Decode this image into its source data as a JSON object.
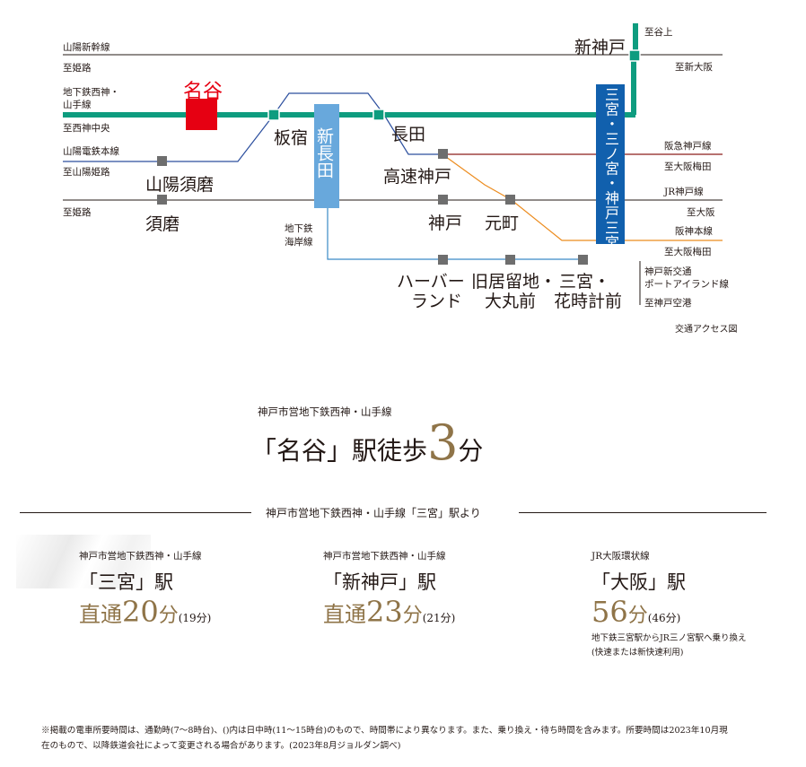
{
  "map": {
    "caption": "交通アクセス図",
    "left_labels": {
      "sanyo_shinkansen": "山陽新幹線",
      "to_himeji_1": "至姫路",
      "subway_line_1": "地下鉄西神・",
      "subway_line_2": "山手線",
      "to_seishin": "至西神中央",
      "sanyo_dentetsu": "山陽電鉄本線",
      "to_sanyo_himeji": "至山陽姫路",
      "to_himeji_2": "至姫路",
      "kaigan_1": "地下鉄",
      "kaigan_2": "海岸線"
    },
    "right_labels": {
      "to_tanigami": "至谷上",
      "to_shin_osaka": "至新大阪",
      "hankyu": "阪急神戸線",
      "to_umeda_1": "至大阪梅田",
      "jr": "JR神戸線",
      "to_osaka": "至大阪",
      "hanshin": "阪神本線",
      "to_umeda_2": "至大阪梅田",
      "port_1": "神戸新交通",
      "port_2": "ポートアイランド線",
      "to_airport": "至神戸空港"
    },
    "stations": {
      "nagata_highlight": "名谷",
      "itayado": "板宿",
      "shin_nagata": "新長田",
      "nagata": "長田",
      "sanyo_suma": "山陽須磨",
      "suma": "須磨",
      "kosoku_kobe": "高速神戸",
      "kobe": "神戸",
      "motomachi": "元町",
      "shin_kobe": "新神戸",
      "sannomiya_vertical": "三宮・三ノ宮・神戸三宮",
      "harbor_1": "ハーバー",
      "harbor_2": "ランド",
      "kyukyoryuchi_1": "旧居留地・",
      "kyukyoryuchi_2": "大丸前",
      "sannomiya_hana_1": "三宮・",
      "sannomiya_hana_2": "花時計前"
    },
    "colors": {
      "subway_green": "#0e9c7f",
      "shin_nagata_blue": "#68a8dc",
      "sannomiya_blue": "#1160ad",
      "highlight_red": "#e60012",
      "kosoku_blue": "#2c4f9e",
      "hankyu_brown": "#8c1d1a",
      "hanshin_orange": "#ec8c1f",
      "kaigan_blue": "#3a8ac6",
      "line_black": "#231815"
    }
  },
  "headline": {
    "line_name": "神戸市営地下鉄西神・山手線",
    "open_bracket": "「",
    "station": "名谷",
    "close_bracket": "」",
    "walk": "駅徒歩",
    "minutes": "3",
    "unit": "分"
  },
  "divider_label": "神戸市営地下鉄西神・山手線「三宮」駅より",
  "destinations": [
    {
      "line": "神戸市営地下鉄西神・山手線",
      "station": "「三宮」駅",
      "prefix": "直通",
      "minutes": "20",
      "unit": "分",
      "alt": "(19分)",
      "note_1": "",
      "note_2": ""
    },
    {
      "line": "神戸市営地下鉄西神・山手線",
      "station": "「新神戸」駅",
      "prefix": "直通",
      "minutes": "23",
      "unit": "分",
      "alt": "(21分)",
      "note_1": "",
      "note_2": ""
    },
    {
      "line": "JR大阪環状線",
      "station": "「大阪」駅",
      "prefix": "",
      "minutes": "56",
      "unit": "分",
      "alt": "(46分)",
      "note_1": "地下鉄三宮駅からJR三ノ宮駅へ乗り換え",
      "note_2": "(快速または新快速利用)"
    }
  ],
  "footnote": {
    "line1": "※掲載の電車所要時間は、通勤時(7～8時台)、()内は日中時(11～15時台)のもので、時間帯により異なります。また、乗り換え・待ち時間を含みます。所要時間は2023年10月現",
    "line2": "在のもので、以降鉄道会社によって変更される場合があります。(2023年8月ジョルダン調べ)"
  }
}
